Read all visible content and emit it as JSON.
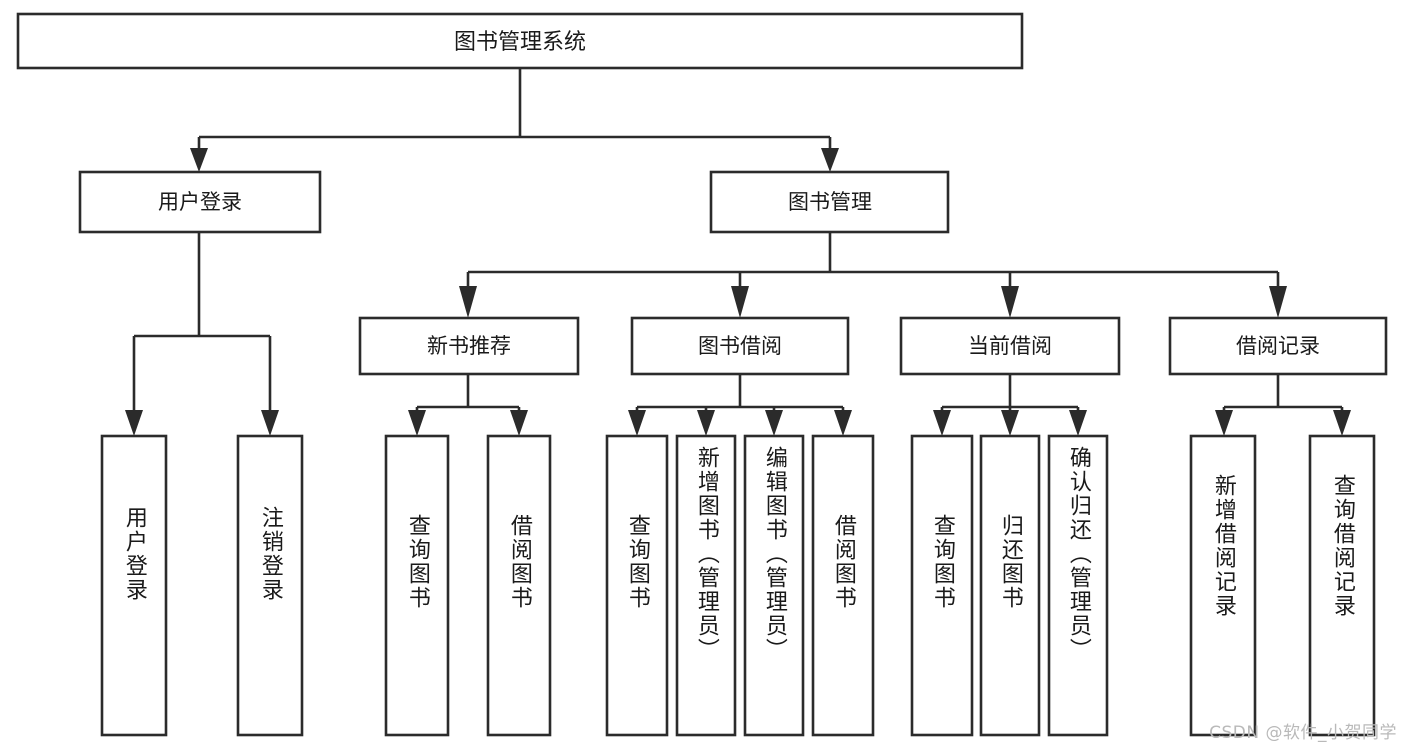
{
  "diagram": {
    "type": "tree-hierarchy",
    "title": "图书管理系统",
    "root": {
      "label": "图书管理系统",
      "orientation": "horizontal"
    },
    "level1": [
      {
        "id": "user-login",
        "label": "用户登录",
        "orientation": "horizontal"
      },
      {
        "id": "book-manage",
        "label": "图书管理",
        "orientation": "horizontal"
      }
    ],
    "level2": [
      {
        "id": "new-book-recommend",
        "label": "新书推荐",
        "orientation": "horizontal",
        "parent": "book-manage"
      },
      {
        "id": "book-borrow",
        "label": "图书借阅",
        "orientation": "horizontal",
        "parent": "book-manage"
      },
      {
        "id": "current-borrow",
        "label": "当前借阅",
        "orientation": "horizontal",
        "parent": "book-manage"
      },
      {
        "id": "borrow-record",
        "label": "借阅记录",
        "orientation": "horizontal",
        "parent": "book-manage"
      }
    ],
    "leaves": [
      {
        "id": "leaf-user-login",
        "label": "用户登录",
        "orientation": "vertical",
        "parent": "user-login"
      },
      {
        "id": "leaf-user-logout",
        "label": "注销登录",
        "orientation": "vertical",
        "parent": "user-login"
      },
      {
        "id": "leaf-query-book-1",
        "label": "查询图书",
        "orientation": "vertical",
        "parent": "new-book-recommend"
      },
      {
        "id": "leaf-borrow-book-1",
        "label": "借阅图书",
        "orientation": "vertical",
        "parent": "new-book-recommend"
      },
      {
        "id": "leaf-query-book-2",
        "label": "查询图书",
        "orientation": "vertical",
        "parent": "book-borrow"
      },
      {
        "id": "leaf-add-book",
        "label": "新增图书（管理员）",
        "orientation": "vertical",
        "parent": "book-borrow"
      },
      {
        "id": "leaf-edit-book",
        "label": "编辑图书（管理员）",
        "orientation": "vertical",
        "parent": "book-borrow"
      },
      {
        "id": "leaf-borrow-book-2",
        "label": "借阅图书",
        "orientation": "vertical",
        "parent": "book-borrow"
      },
      {
        "id": "leaf-query-book-3",
        "label": "查询图书",
        "orientation": "vertical",
        "parent": "current-borrow"
      },
      {
        "id": "leaf-return-book",
        "label": "归还图书",
        "orientation": "vertical",
        "parent": "current-borrow"
      },
      {
        "id": "leaf-confirm-return",
        "label": "确认归还（管理员）",
        "orientation": "vertical",
        "parent": "current-borrow"
      },
      {
        "id": "leaf-add-record",
        "label": "新增借阅记录",
        "orientation": "vertical",
        "parent": "borrow-record"
      },
      {
        "id": "leaf-query-record",
        "label": "查询借阅记录",
        "orientation": "vertical",
        "parent": "borrow-record"
      }
    ],
    "watermark": "CSDN @软件_小贺同学",
    "colors": {
      "stroke": "#2b2b2b",
      "fill": "#ffffff",
      "text": "#1a1a1a",
      "watermark": "#b9b9b9"
    }
  }
}
